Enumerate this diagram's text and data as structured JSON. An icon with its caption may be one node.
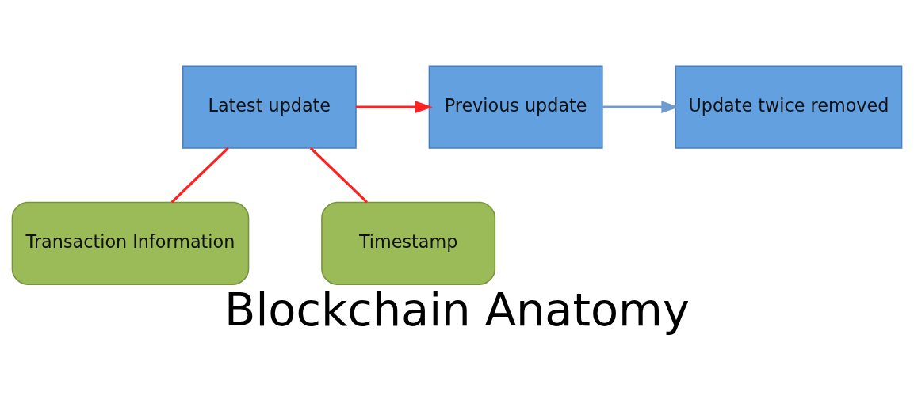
{
  "diagram": {
    "title": "Blockchain Anatomy",
    "nodes": [
      {
        "text": [
          "Update twice removed"
        ]
      },
      {
        "text": [
          "Previous update"
        ]
      },
      {
        "text": [
          "Latest update"
        ]
      },
      {
        "text": [
          "Transaction Information"
        ]
      },
      {
        "text": [
          "Timestamp"
        ]
      }
    ],
    "edges": [
      {
        "from": 1,
        "to": 0,
        "arrow": "to",
        "color": "#6f9bd1"
      },
      {
        "from": 2,
        "to": 1,
        "arrow": "to"
      },
      {
        "from": 2,
        "to": 3,
        "arrow": "none"
      },
      {
        "from": 2,
        "to": 4,
        "arrow": "none"
      }
    ]
  }
}
